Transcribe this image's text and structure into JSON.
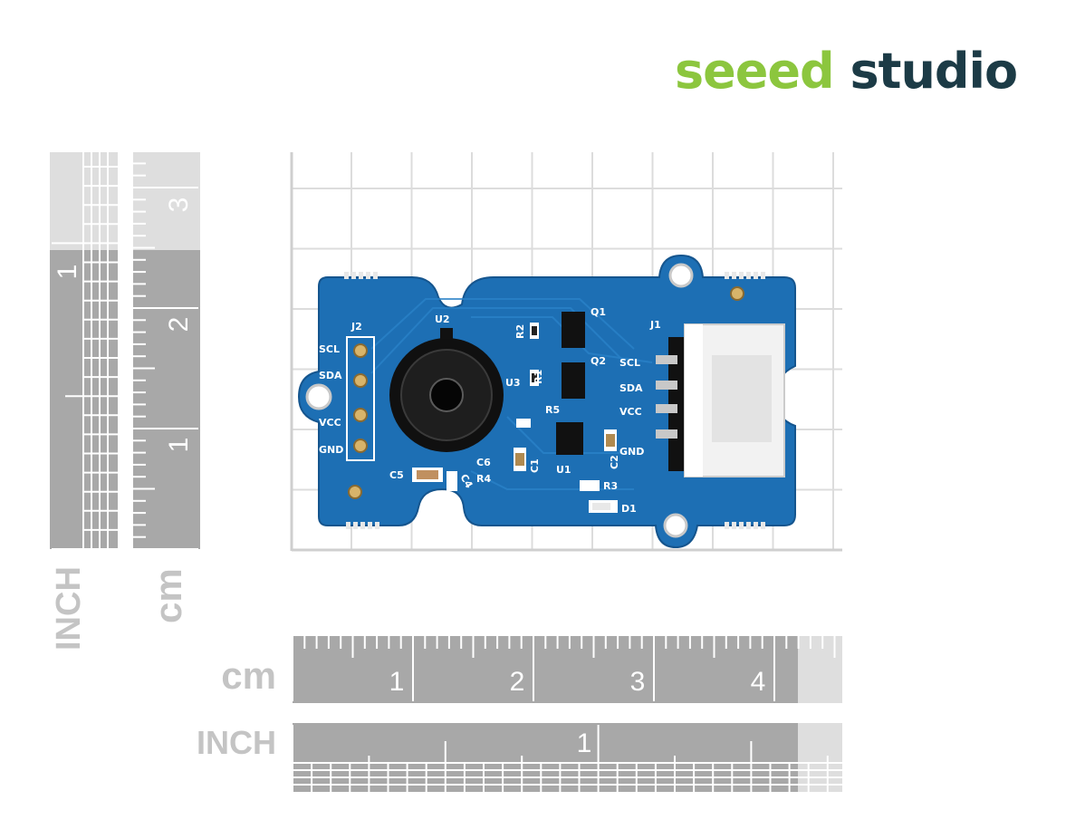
{
  "logo": {
    "word1": "seeed",
    "word2": "studio",
    "color1": "#8cc63e",
    "color2": "#1c3b46"
  },
  "rulers": {
    "cm_label": "cm",
    "inch_label": "INCH",
    "vertical_cm_ticks": [
      "1",
      "2",
      "3"
    ],
    "vertical_inch_ticks": [
      "1"
    ],
    "horizontal_cm_ticks": [
      "1",
      "2",
      "3",
      "4"
    ],
    "horizontal_inch_ticks": [
      "1"
    ],
    "ruler_color": "#a8a8a8",
    "ruler_light_color": "#dedede"
  },
  "board": {
    "color": "#1d6fb4",
    "silkscreen": {
      "j2": "J2",
      "j1": "J1",
      "u2": "U2",
      "u3": "U3",
      "u1": "U1",
      "q1": "Q1",
      "q2": "Q2",
      "r1": "R1",
      "r2": "R2",
      "r3": "R3",
      "r4": "R4",
      "r5": "R5",
      "c1": "C1",
      "c2": "C2",
      "c4": "C4",
      "c5": "C5",
      "c6": "C6",
      "d1": "D1",
      "left_pins": [
        "SCL",
        "SDA",
        "VCC",
        "GND"
      ],
      "right_pins": [
        "SCL",
        "SDA",
        "VCC",
        "GND"
      ]
    }
  }
}
